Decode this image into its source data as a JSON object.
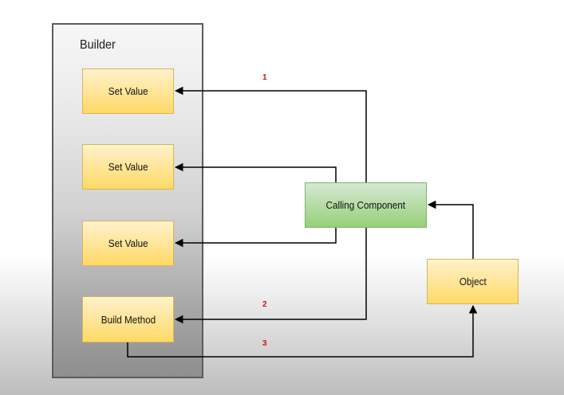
{
  "builder": {
    "title": "Builder",
    "set_value_1": "Set Value",
    "set_value_2": "Set Value",
    "set_value_3": "Set Value",
    "build_method": "Build Method"
  },
  "calling_component": "Calling Component",
  "object": "Object",
  "step_labels": {
    "one": "1",
    "two": "2",
    "three": "3"
  },
  "colors": {
    "builder_border": "#5c5c5c",
    "yellow_fill_top": "#fff2cc",
    "yellow_fill_bottom": "#ffd966",
    "yellow_border": "#d6b656",
    "green_fill_top": "#d5e8d4",
    "green_fill_bottom": "#97d077",
    "green_border": "#82b366",
    "arrow": "#000000",
    "step_number": "#d01010"
  }
}
